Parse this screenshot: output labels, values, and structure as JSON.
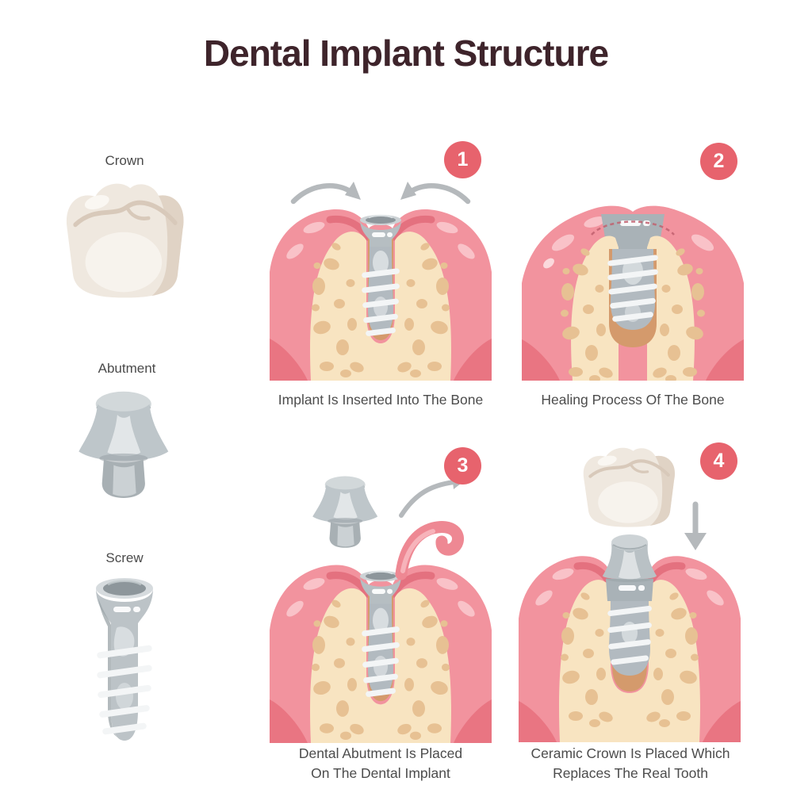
{
  "title": "Dental Implant Structure",
  "parts": {
    "crown": "Crown",
    "abutment": "Abutment",
    "screw": "Screw"
  },
  "steps": [
    {
      "number": "1",
      "caption": "Implant Is Inserted Into The Bone"
    },
    {
      "number": "2",
      "caption": "Healing Process Of The Bone"
    },
    {
      "number": "3",
      "caption": "Dental Abutment Is Placed On The Dental Implant"
    },
    {
      "number": "4",
      "caption": "Ceramic Crown Is Placed Which Replaces The Real Tooth"
    }
  ],
  "colors": {
    "title_text": "#3e242b",
    "label_text": "#4a4a4a",
    "caption_text": "#4c4c4c",
    "badge": "#e7636d",
    "gum": "#f2939e",
    "gum_dark": "#e4717f",
    "gum_deep": "#e97582",
    "gum_highlight": "#f9c2c8",
    "bone": "#f8e4c1",
    "bone_spot": "#e7c193",
    "socket": "#d49a6c",
    "metal": "#b6bec2",
    "metal_dark": "#8d969b",
    "metal_light": "#d8dde0",
    "thread": "#f3f5f6",
    "crown_main": "#efe8df",
    "crown_shadow": "#e0d3c5",
    "arrow": "#b5b9bc",
    "background": "#ffffff"
  }
}
